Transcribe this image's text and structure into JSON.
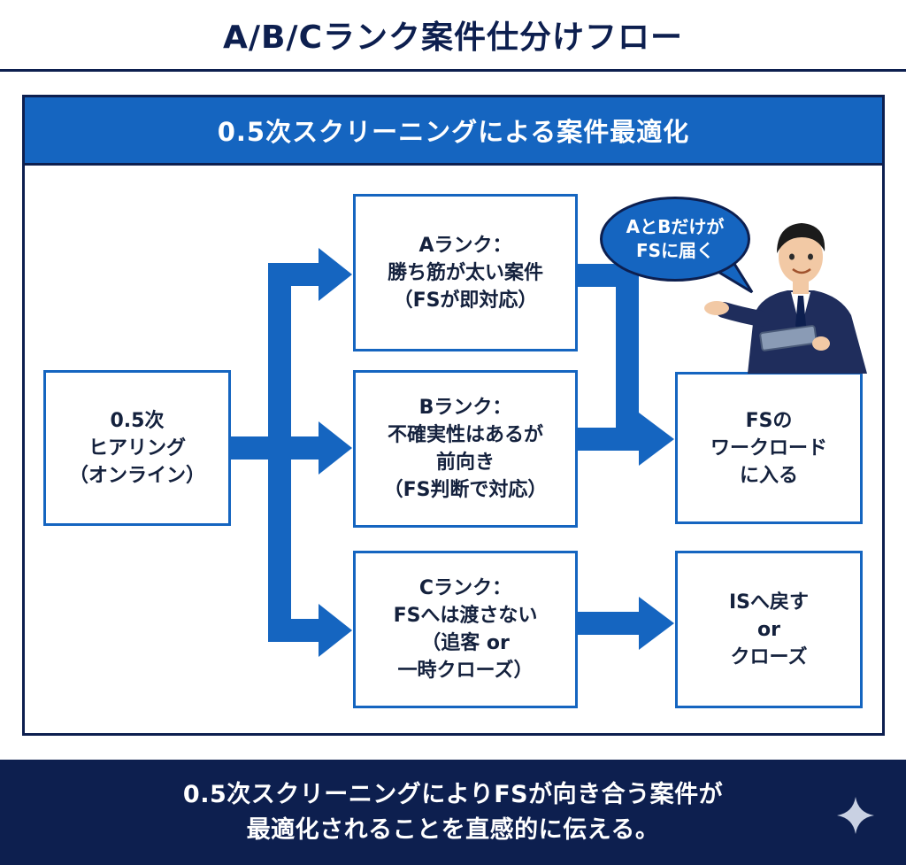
{
  "title": "A/B/Cランク案件仕分けフロー",
  "subtitle": "0.5次スクリーニングによる案件最適化",
  "nodes": {
    "hearing": [
      "0.5次",
      "ヒアリング",
      "（オンライン）"
    ],
    "rank_a": [
      "Aランク：",
      "勝ち筋が太い案件",
      "（FSが即対応）"
    ],
    "rank_b": [
      "Bランク：",
      "不確実性はあるが",
      "前向き",
      "（FS判断で対応）"
    ],
    "rank_c": [
      "Cランク：",
      "FSへは渡さない",
      "（追客 or",
      "一時クローズ）"
    ],
    "fs_workload": [
      "FSの",
      "ワークロード",
      "に入る"
    ],
    "return_is": [
      "ISへ戻す",
      "or",
      "クローズ"
    ]
  },
  "bubble": [
    "AとBだけが",
    "FSに届く"
  ],
  "footer": [
    "0.5次スクリーニングによりFSが向き合う案件が",
    "最適化されることを直感的に伝える。"
  ],
  "colors": {
    "navy": "#0d1f4f",
    "accent_blue": "#1565c0",
    "background": "#ffffff"
  },
  "icons": {
    "presenter": "businessman-presenter-icon",
    "sparkle": "sparkle-icon"
  }
}
